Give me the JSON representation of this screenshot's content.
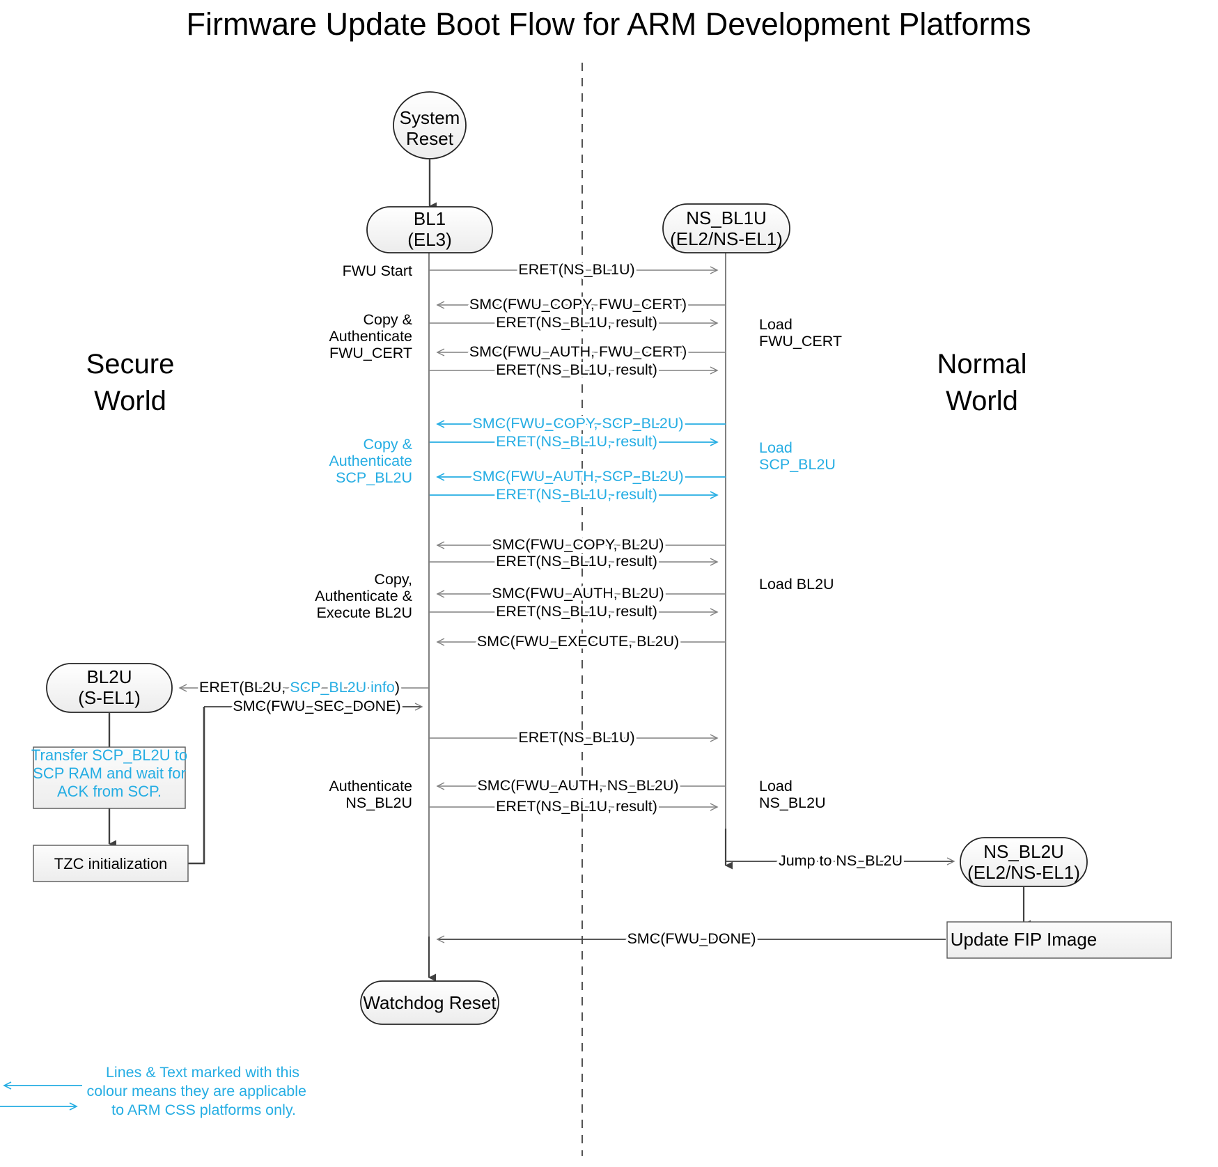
{
  "title": "Firmware Update Boot Flow for ARM Development Platforms",
  "colors": {
    "css_cyan": "#25ADE3",
    "line_gray": "#808080",
    "dark_line": "#404040",
    "node_stroke": "#262626",
    "node_fill_top": "#ffffff",
    "node_fill_bottom": "#efefef",
    "text": "#000000"
  },
  "worlds": {
    "secure_line1": "Secure",
    "secure_line2": "World",
    "normal_line1": "Normal",
    "normal_line2": "World"
  },
  "nodes": {
    "system_reset": {
      "line1": "System",
      "line2": "Reset",
      "shape": "ellipse"
    },
    "bl1": {
      "line1": "BL1",
      "line2": "(EL3)",
      "shape": "rounded-rect"
    },
    "ns_bl1u": {
      "line1": "NS_BL1U",
      "line2": "(EL2/NS-EL1)",
      "shape": "rounded-rect"
    },
    "bl2u": {
      "line1": "BL2U",
      "line2": "(S-EL1)",
      "shape": "rounded-rect"
    },
    "ns_bl2u": {
      "line1": "NS_BL2U",
      "line2": "(EL2/NS-EL1)",
      "shape": "rounded-rect"
    },
    "watchdog_reset": {
      "line1": "Watchdog Reset",
      "shape": "rounded-rect"
    },
    "update_fip": {
      "line1": "Update FIP Image",
      "shape": "rect"
    },
    "tzc_init": {
      "line1": "TZC initialization",
      "shape": "rect"
    },
    "transfer_scp": {
      "line1": "Transfer SCP_BL2U to",
      "line2": "SCP RAM and wait for",
      "line3": "ACK from SCP.",
      "shape": "rect",
      "css_only": true
    }
  },
  "messages": [
    {
      "id": "m1",
      "label": "ERET(NS_BL1U)",
      "dir": "right",
      "css": false
    },
    {
      "id": "m2",
      "label": "SMC(FWU_COPY, FWU_CERT)",
      "dir": "left",
      "css": false
    },
    {
      "id": "m3",
      "label": "ERET(NS_BL1U, result)",
      "dir": "right",
      "css": false
    },
    {
      "id": "m4",
      "label": "SMC(FWU_AUTH, FWU_CERT)",
      "dir": "left",
      "css": false
    },
    {
      "id": "m5",
      "label": "ERET(NS_BL1U, result)",
      "dir": "right",
      "css": false
    },
    {
      "id": "m6",
      "label": "SMC(FWU_COPY, SCP_BL2U)",
      "dir": "left",
      "css": true
    },
    {
      "id": "m7",
      "label": "ERET(NS_BL1U, result)",
      "dir": "right",
      "css": true
    },
    {
      "id": "m8",
      "label": "SMC(FWU_AUTH, SCP_BL2U)",
      "dir": "left",
      "css": true
    },
    {
      "id": "m9",
      "label": "ERET(NS_BL1U, result)",
      "dir": "right",
      "css": true
    },
    {
      "id": "m10",
      "label": "SMC(FWU_COPY, BL2U)",
      "dir": "left",
      "css": false
    },
    {
      "id": "m11",
      "label": "ERET(NS_BL1U, result)",
      "dir": "right",
      "css": false
    },
    {
      "id": "m12",
      "label": "SMC(FWU_AUTH, BL2U)",
      "dir": "left",
      "css": false
    },
    {
      "id": "m13",
      "label": "ERET(NS_BL1U, result)",
      "dir": "right",
      "css": false
    },
    {
      "id": "m14",
      "label": "SMC(FWU_EXECUTE, BL2U)",
      "dir": "left",
      "css": false
    },
    {
      "id": "m15",
      "label_pre": "ERET(BL2U, ",
      "label_css": "SCP_BL2U info",
      "label_post": ")",
      "dir": "left-to-bl2u",
      "css": false
    },
    {
      "id": "m16",
      "label": "SMC(FWU_SEC_DONE)",
      "dir": "right-from-bl2u",
      "css": false
    },
    {
      "id": "m17",
      "label": "ERET(NS_BL1U)",
      "dir": "right",
      "css": false
    },
    {
      "id": "m18",
      "label": "SMC(FWU_AUTH, NS_BL2U)",
      "dir": "left",
      "css": false
    },
    {
      "id": "m19",
      "label": "ERET(NS_BL1U, result)",
      "dir": "right",
      "css": false
    },
    {
      "id": "m20",
      "label": "Jump to NS_BL2U",
      "dir": "right",
      "css": false
    },
    {
      "id": "m21",
      "label": "SMC(FWU_DONE)",
      "dir": "left",
      "css": false
    }
  ],
  "left_annotations": [
    {
      "id": "a1",
      "lines": [
        "FWU Start"
      ],
      "css": false
    },
    {
      "id": "a2",
      "lines": [
        "Copy &",
        "Authenticate",
        "FWU_CERT"
      ],
      "css": false
    },
    {
      "id": "a3",
      "lines": [
        "Copy &",
        "Authenticate",
        "SCP_BL2U"
      ],
      "css": true
    },
    {
      "id": "a4",
      "lines": [
        "Copy,",
        "Authenticate &",
        "Execute BL2U"
      ],
      "css": false
    },
    {
      "id": "a5",
      "lines": [
        "Authenticate",
        "NS_BL2U"
      ],
      "css": false
    }
  ],
  "right_annotations": [
    {
      "id": "b1",
      "lines": [
        "Load",
        "FWU_CERT"
      ],
      "css": false
    },
    {
      "id": "b2",
      "lines": [
        "Load",
        "SCP_BL2U"
      ],
      "css": true
    },
    {
      "id": "b3",
      "lines": [
        "Load BL2U"
      ],
      "css": false
    },
    {
      "id": "b4",
      "lines": [
        "Load",
        "NS_BL2U"
      ],
      "css": false
    }
  ],
  "legend": {
    "line1": "Lines & Text marked with this",
    "line2": "colour means they are applicable",
    "line3": "to ARM CSS platforms only."
  }
}
